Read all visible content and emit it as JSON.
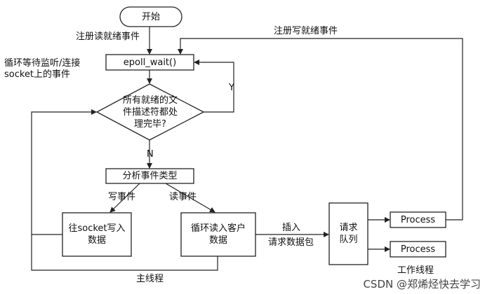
{
  "nodes": {
    "start": "开始",
    "epoll_wait": "epoll_wait()",
    "decision": "所有就绪的文件描述符都处理完毕?",
    "analyze": "分析事件类型",
    "write_to_socket": "往socket写入数据",
    "read_client": "循环读入客户数据",
    "request_queue": "请求队列",
    "process_1": "Process",
    "process_2": "Process"
  },
  "labels": {
    "register_read": "注册读就绪事件",
    "loop_wait_1": "循环等待监听/连接",
    "loop_wait_2": "socket上的事件",
    "register_write": "注册写就绪事件",
    "yes": "Y",
    "no": "N",
    "write_event": "写事件",
    "read_event": "读事件",
    "insert": "插入",
    "insert_packet": "请求数据包",
    "main_thread": "主线程",
    "worker_thread": "工作线程"
  },
  "watermark": "CSDN @郑烯烃快去学习"
}
